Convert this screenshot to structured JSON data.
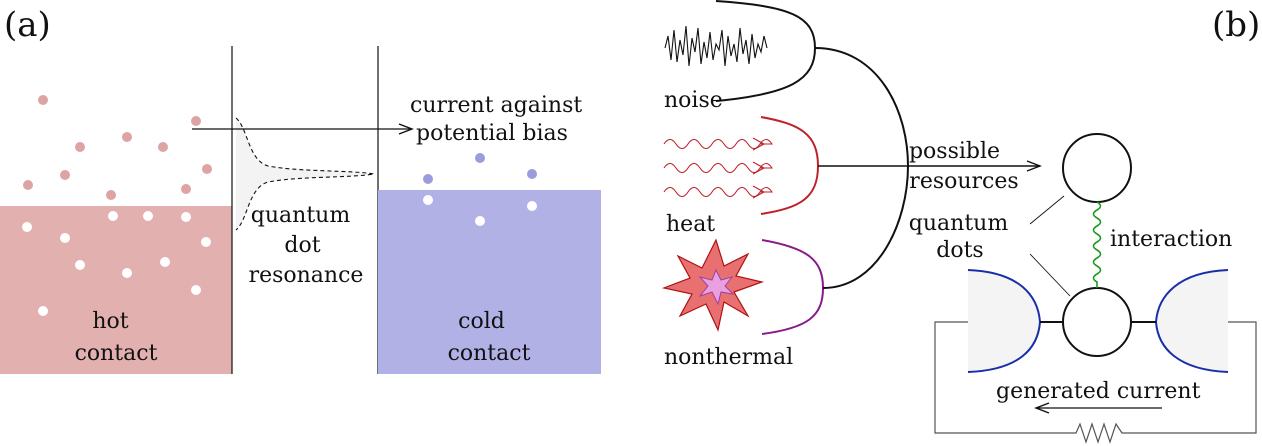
{
  "panel_a": {
    "tag": "(a)",
    "annotation": [
      "current against",
      "potential bias"
    ],
    "resonance_label": [
      "quantum",
      "dot",
      "resonance"
    ],
    "hot_contact": [
      "hot",
      "contact"
    ],
    "cold_contact": [
      "cold",
      "contact"
    ]
  },
  "panel_b": {
    "tag": "(b)",
    "sources": [
      "noise",
      "heat",
      "nonthermal"
    ],
    "resources_label": [
      "possible",
      "resources"
    ],
    "dots_label": [
      "quantum",
      "dots"
    ],
    "interaction_label": "interaction",
    "current_label": "generated current"
  },
  "colors": {
    "hot": "#e3b0b0",
    "hot_particle": "#dea3a3",
    "cold": "#b1b1e6",
    "cold_particle": "#9c9cdc",
    "heat": "#c0202a",
    "nonthermal": "#8a1a8a",
    "lead": "#1a2ea8",
    "interaction": "#1f9a1f",
    "burst_outer": "#e87070",
    "burst_inner": "#e8a0e0"
  },
  "icons": [
    "noise-wave-icon",
    "heat-wave-icon",
    "burst-icon",
    "resistor-icon",
    "arrow-icon"
  ]
}
